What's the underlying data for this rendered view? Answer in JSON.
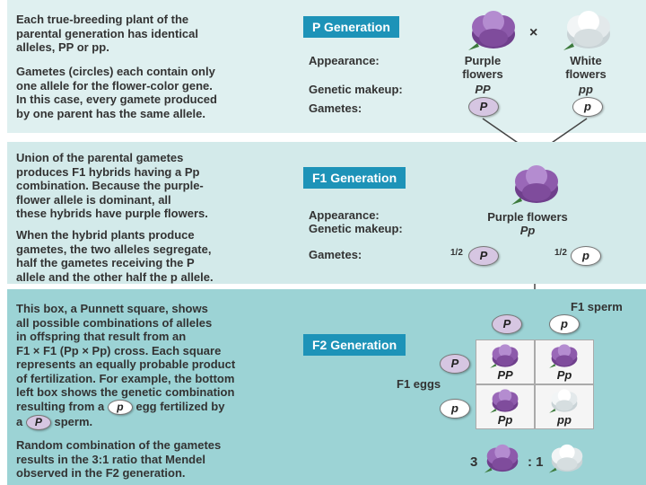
{
  "panel1": {
    "text_a_l1": "Each true-breeding plant of the",
    "text_a_l2": "parental generation has identical",
    "text_a_l3": "alleles, PP or pp.",
    "text_b_l1": "Gametes (circles) each contain only",
    "text_b_l2": "one allele for the flower-color gene.",
    "text_b_l3": "In this case, every gamete produced",
    "text_b_l4": "by one parent has the same allele.",
    "banner": "P Generation",
    "cross_symbol": "×",
    "appearance_label": "Appearance:",
    "genetic_label": "Genetic makeup:",
    "gametes_label": "Gametes:",
    "left_appearance_1": "Purple",
    "left_appearance_2": "flowers",
    "left_genotype": "PP",
    "right_appearance_1": "White",
    "right_appearance_2": "flowers",
    "right_genotype": "pp",
    "left_gamete": "P",
    "right_gamete": "p"
  },
  "panel2": {
    "text_a_l1": "Union of the parental gametes",
    "text_a_l2": "produces F1 hybrids having a Pp",
    "text_a_l3": "combination. Because the purple-",
    "text_a_l4": "flower allele is dominant, all",
    "text_a_l5": "these hybrids have purple flowers.",
    "text_b_l1": "When the hybrid plants produce",
    "text_b_l2": "gametes, the two alleles segregate,",
    "text_b_l3": "half the gametes receiving the P",
    "text_b_l4": "allele and the other half the p allele.",
    "banner": "F1 Generation",
    "appearance_label": "Appearance:",
    "genetic_label": "Genetic makeup:",
    "gametes_label": "Gametes:",
    "appearance_value": "Purple flowers",
    "genotype_value": "Pp",
    "half_left": "1/2",
    "half_right": "1/2",
    "gamete_left": "P",
    "gamete_right": "p"
  },
  "panel3": {
    "text_a_l1": "This box, a Punnett square, shows",
    "text_a_l2": "all possible combinations of alleles",
    "text_a_l3": "in offspring that result from an",
    "text_a_l4": "F1 × F1 (Pp × Pp) cross. Each square",
    "text_a_l5": "represents an equally probable product",
    "text_a_l6": "of fertilization. For example, the bottom",
    "text_a_l7": "left box shows the genetic combination",
    "text_a_l8_pre": "resulting from a",
    "text_a_l8_gam": "p",
    "text_a_l8_post": "egg fertilized by",
    "text_a_l9_pre": "a",
    "text_a_l9_gam": "P",
    "text_a_l9_post": "sperm.",
    "text_b_l1": "Random combination of the gametes",
    "text_b_l2": "results in the 3:1 ratio that Mendel",
    "text_b_l3": "observed in the F2 generation.",
    "banner": "F2 Generation",
    "sperm_label": "F1 sperm",
    "eggs_label": "F1 eggs",
    "sperm_P": "P",
    "sperm_p": "p",
    "egg_P": "P",
    "egg_p": "p",
    "cell_tl": "PP",
    "cell_tr": "Pp",
    "cell_bl": "Pp",
    "cell_br": "pp",
    "ratio_left": "3",
    "ratio_right": ": 1"
  },
  "colors": {
    "panel_light": "#dff0f0",
    "panel_mid": "#d3eaea",
    "panel_dark": "#9cd3d5",
    "banner": "#1d93b8",
    "purple": "#8e5aa8",
    "white_flower": "#e6ecee"
  }
}
